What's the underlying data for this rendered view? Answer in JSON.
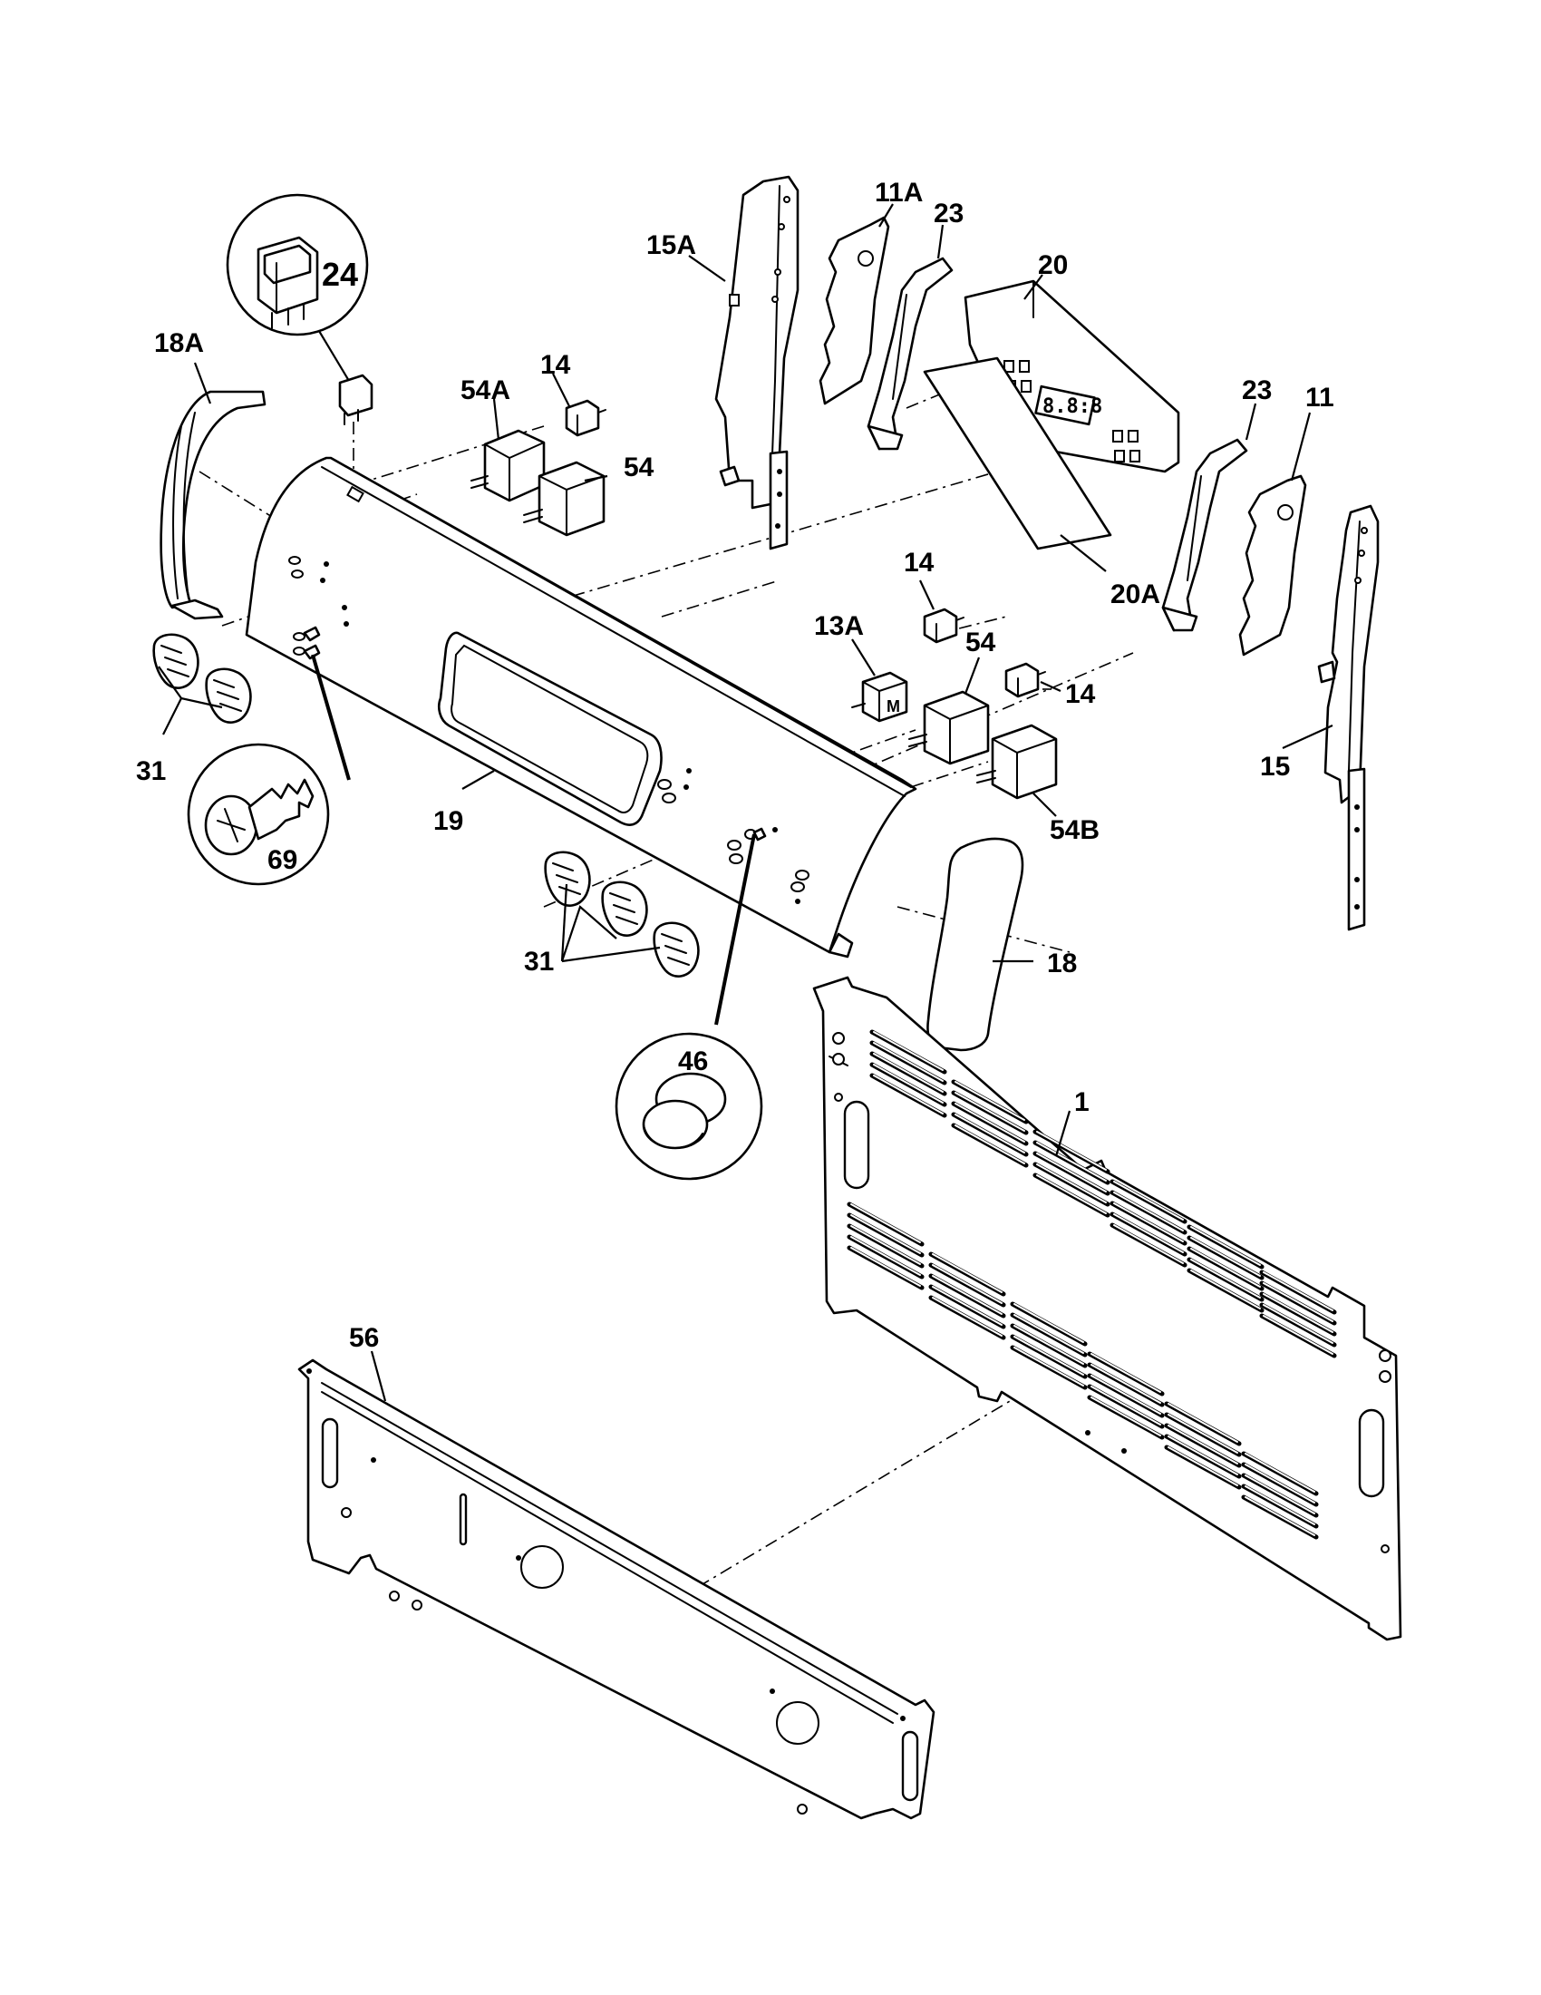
{
  "callouts": {
    "c1": "1",
    "c11": "11",
    "c11A": "11A",
    "c13A": "13A",
    "c14a": "14",
    "c14b": "14",
    "c14c": "14",
    "c15": "15",
    "c15A": "15A",
    "c18": "18",
    "c18A": "18A",
    "c19": "19",
    "c20": "20",
    "c20A": "20A",
    "c23a": "23",
    "c23b": "23",
    "c24": "24",
    "c31a": "31",
    "c31b": "31",
    "c46": "46",
    "c54a": "54",
    "c54b": "54",
    "c54A": "54A",
    "c54B": "54B",
    "c56": "56",
    "c69": "69"
  },
  "display_digits": "8.8:8"
}
